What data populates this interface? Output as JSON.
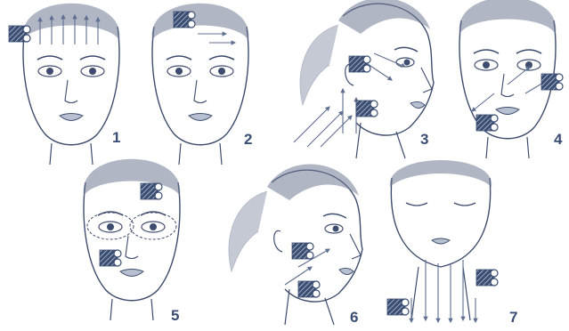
{
  "colors": {
    "line": "#3e4d6e",
    "skin": "#ffffff",
    "hair": "#6f7a94",
    "shade": "#b3bccd",
    "lips": "#b7c0d1",
    "arrow": "#5f6f90",
    "device": "#3a4d72",
    "label": "#3a4d72"
  },
  "icons": [
    "face-outline-icon",
    "massage-roller-icon",
    "direction-arrow-icon"
  ],
  "panels": [
    {
      "label": "1"
    },
    {
      "label": "2"
    },
    {
      "label": "3"
    },
    {
      "label": "4"
    },
    {
      "label": "5"
    },
    {
      "label": "6"
    },
    {
      "label": "7"
    }
  ]
}
